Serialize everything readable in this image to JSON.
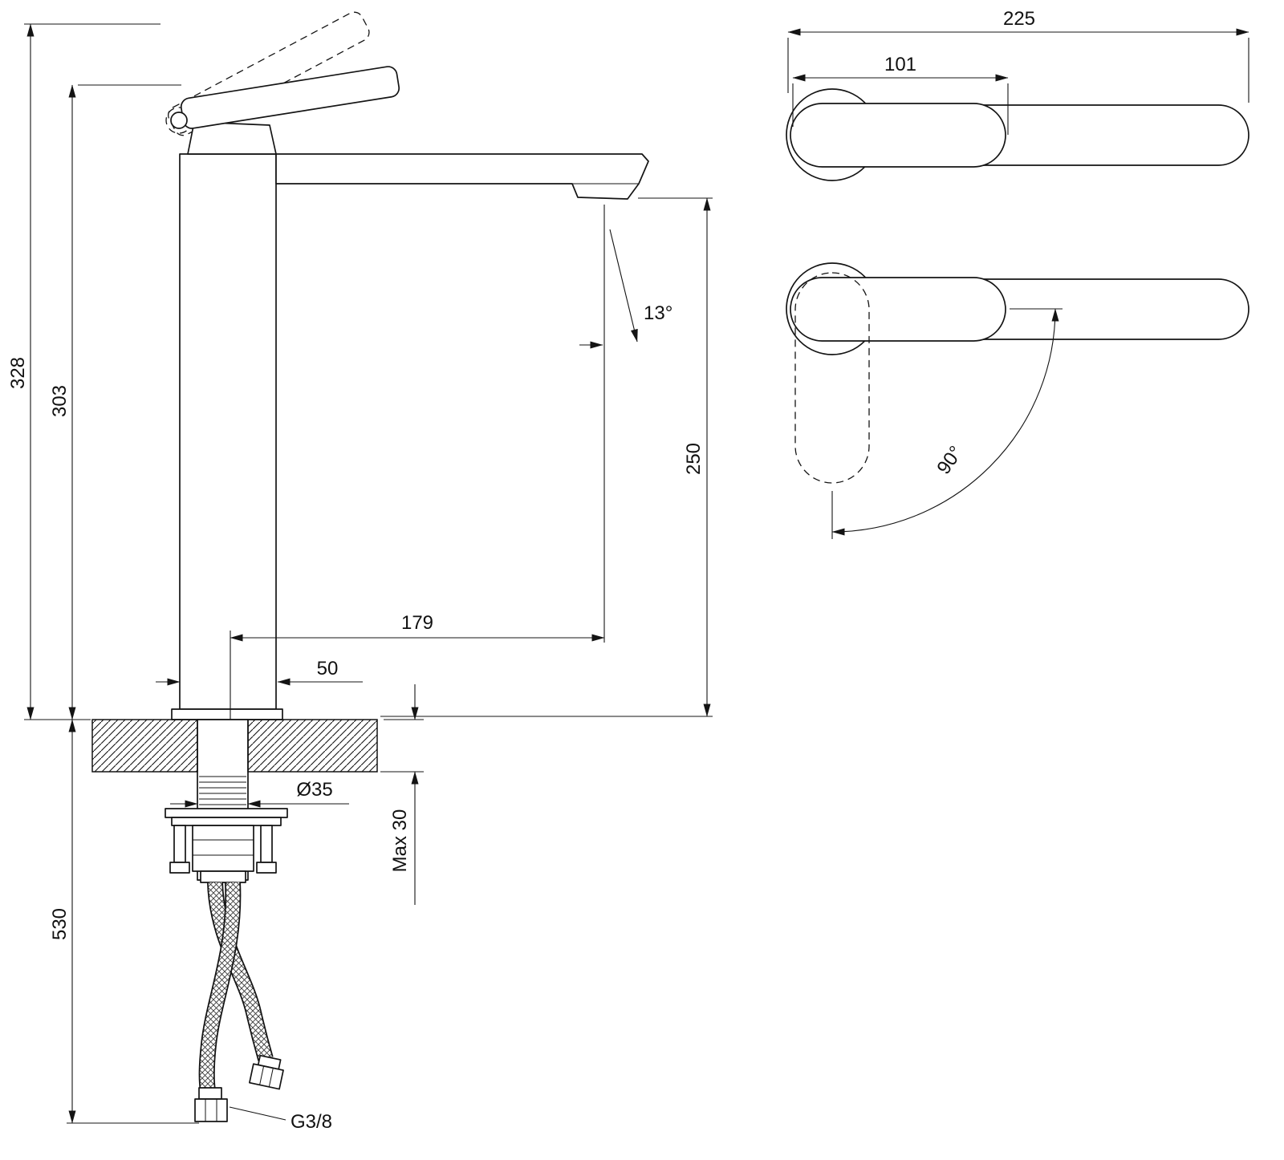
{
  "drawing": {
    "side_view": {
      "overall_height": "328",
      "body_height": "303",
      "spout_height": "250",
      "spout_reach": "179",
      "base_width": "50",
      "stream_angle": "13°",
      "hole_diameter": "Ø35",
      "max_deck_thickness": "Max 30",
      "hose_length": "530",
      "connection_thread": "G3/8"
    },
    "top_view": {
      "overall_length": "225",
      "handle_length": "101",
      "handle_swing": "90°"
    }
  }
}
